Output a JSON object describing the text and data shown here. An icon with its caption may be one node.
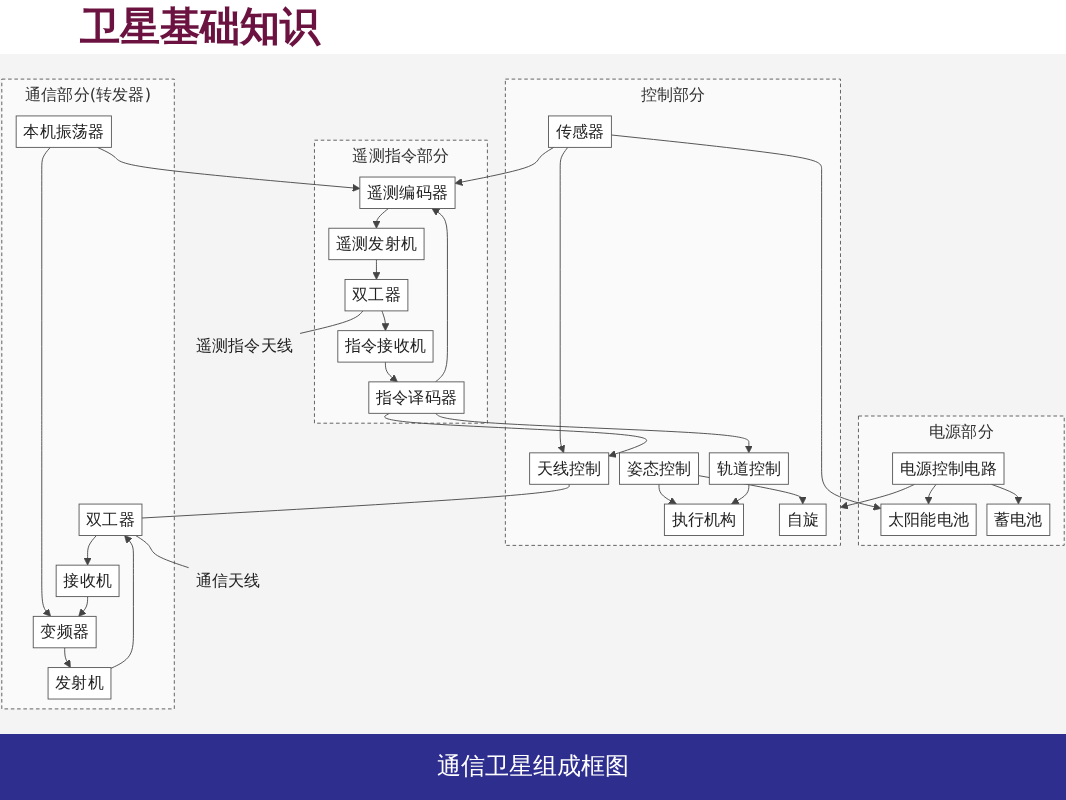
{
  "diagram": {
    "title": "卫星基础知识",
    "caption": "通信卫星组成框图",
    "nodes": [
      {
        "text": [
          "电源部分"
        ]
      },
      {
        "text": [
          "太阳能电池"
        ],
        "in": 0
      },
      {
        "text": [
          "蓄电池"
        ],
        "in": 0
      },
      {
        "text": [
          "电源控制电路"
        ],
        "in": 0
      },
      {
        "text": [
          "控制部分"
        ]
      },
      {
        "text": [
          "执行机构"
        ],
        "in": 4
      },
      {
        "text": [
          "自旋"
        ],
        "in": 4
      },
      {
        "text": [
          "传感器"
        ],
        "in": 4
      },
      {
        "text": [
          "姿态控制"
        ],
        "in": 4
      },
      {
        "text": [
          "天线控制"
        ],
        "in": 4
      },
      {
        "text": [
          "轨道控制"
        ],
        "in": 4
      },
      {
        "text": [
          "遥测指令部分"
        ]
      },
      {
        "text": [
          "遥测编码器"
        ],
        "in": 11
      },
      {
        "text": [
          "指令译码器"
        ],
        "in": 11
      },
      {
        "text": [
          "遥测发射机"
        ],
        "in": 11
      },
      {
        "text": [
          "指令接收机"
        ],
        "in": 11
      },
      {
        "text": [
          "双工器"
        ],
        "in": 11
      },
      {
        "text": [
          "通信部分(转发器)"
        ]
      },
      {
        "text": [
          "本机振荡器"
        ],
        "in": 17
      },
      {
        "text": [
          "变频器"
        ],
        "in": 17
      },
      {
        "text": [
          "发射机"
        ],
        "in": 17
      },
      {
        "text": [
          "接收机"
        ],
        "in": 17
      },
      {
        "text": [
          "双工器"
        ],
        "in": 17
      },
      {
        "text": [
          "遥测指令天线"
        ]
      },
      {
        "text": [
          "通信天线"
        ]
      }
    ],
    "edges": [
      {
        "from": 3,
        "to": 1,
        "arrow": "to"
      },
      {
        "from": 3,
        "to": 2,
        "arrow": "to"
      },
      {
        "from": 3,
        "to": 4,
        "arrow": "to"
      },
      {
        "from": 7,
        "to": 1,
        "arrow": "to"
      },
      {
        "from": 7,
        "to": 12,
        "arrow": "to"
      },
      {
        "from": 8,
        "to": 6,
        "arrow": "to"
      },
      {
        "from": 8,
        "to": 5,
        "arrow": "to"
      },
      {
        "from": 10,
        "to": 5,
        "arrow": "to"
      },
      {
        "from": 7,
        "to": 9,
        "arrow": "to"
      },
      {
        "from": 13,
        "to": 9,
        "arrow": "to"
      },
      {
        "from": 13,
        "to": 10,
        "arrow": "to"
      },
      {
        "from": 18,
        "to": 12,
        "arrow": "to"
      },
      {
        "from": 13,
        "to": 12,
        "arrow": "to"
      },
      {
        "from": 15,
        "to": 13,
        "arrow": "to"
      },
      {
        "from": 12,
        "to": 14,
        "arrow": "to"
      },
      {
        "from": 14,
        "to": 16,
        "arrow": "to"
      },
      {
        "from": 16,
        "to": 15,
        "arrow": "to"
      },
      {
        "from": 18,
        "to": 19,
        "arrow": "to"
      },
      {
        "from": 19,
        "to": 20,
        "arrow": "to"
      },
      {
        "from": 21,
        "to": 19,
        "arrow": "to"
      },
      {
        "from": 20,
        "to": 22,
        "arrow": "to"
      },
      {
        "from": 22,
        "to": 21,
        "arrow": "to"
      },
      {
        "from": 16,
        "to": 23,
        "arrow": "none"
      },
      {
        "from": 22,
        "to": 24,
        "arrow": "none"
      },
      {
        "from": 9,
        "to": 22,
        "arrow": "none"
      }
    ]
  }
}
